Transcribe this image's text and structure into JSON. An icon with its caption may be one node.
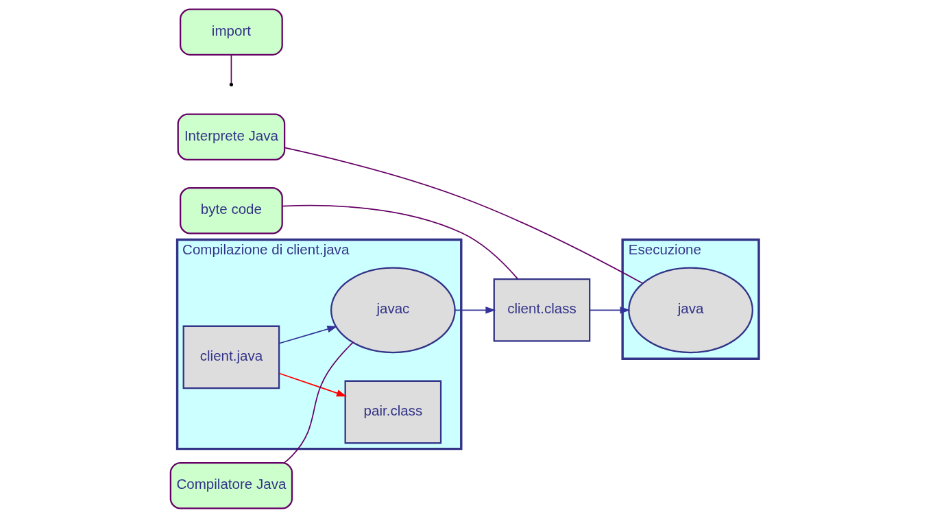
{
  "diagram": {
    "nodes": [
      {
        "text": [
          "Compilazione di client.java"
        ]
      },
      {
        "text": [
          "pair.class"
        ],
        "in": 0
      },
      {
        "text": [
          "client.java"
        ],
        "in": 0
      },
      {
        "text": [
          "javac"
        ],
        "in": 0
      },
      {
        "text": [
          "client.class"
        ]
      },
      {
        "text": [
          "Esecuzione"
        ]
      },
      {
        "text": [
          "java"
        ],
        "in": 5
      },
      {
        "text": [
          "import"
        ]
      },
      {
        "text": [
          "Compilatore Java"
        ]
      },
      {
        "text": [
          "byte code"
        ]
      },
      {
        "text": [
          "Interprete Java"
        ]
      }
    ],
    "edges": [
      {
        "from": 2,
        "to": 1,
        "arrow": "to",
        "color": "#ff0000"
      },
      {
        "from": 2,
        "to": 3,
        "arrow": "to"
      },
      {
        "from": 3,
        "to": 4,
        "arrow": "to"
      },
      {
        "from": 4,
        "to": 6,
        "arrow": "to"
      },
      {
        "from": 7,
        "to": null,
        "arrow": "none",
        "color": "#660066"
      },
      {
        "from": 8,
        "to": 3,
        "arrow": "none",
        "color": "#660066"
      },
      {
        "from": 9,
        "to": 4,
        "arrow": "none",
        "color": "#660066"
      },
      {
        "from": 10,
        "to": 6,
        "arrow": "none",
        "color": "#660066"
      }
    ]
  }
}
